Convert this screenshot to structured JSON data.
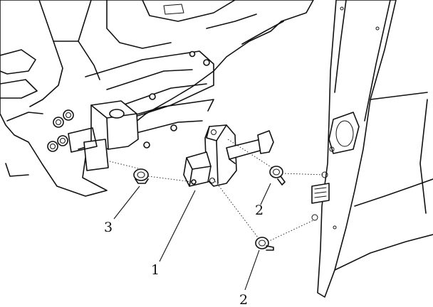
{
  "diagram": {
    "callouts": [
      {
        "id": "fastener-left",
        "label": "3"
      },
      {
        "id": "door-check-strap",
        "label": "1"
      },
      {
        "id": "bolt-upper",
        "label": "2"
      },
      {
        "id": "bolt-lower",
        "label": "2"
      }
    ]
  }
}
